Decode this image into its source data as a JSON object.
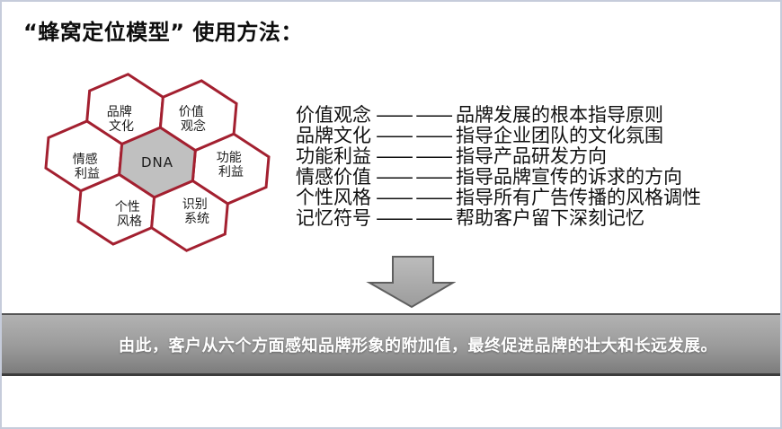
{
  "slide": {
    "title": "“蜂窝定位模型” 使用方法：",
    "background": "#ffffff",
    "border_color": "#c6ccdb"
  },
  "honeycomb": {
    "border_color": "#a32030",
    "dna_fill": "#c0c0c0",
    "cells": [
      {
        "id": "brand-culture",
        "line1": "品牌",
        "line2": "文化"
      },
      {
        "id": "value-concept",
        "line1": "价值",
        "line2": "观念"
      },
      {
        "id": "emotional-benefit",
        "line1": "情感",
        "line2": "利益"
      },
      {
        "id": "dna",
        "line1": "DNA",
        "line2": ""
      },
      {
        "id": "functional-benefit",
        "line1": "功能",
        "line2": "利益"
      },
      {
        "id": "personality-style",
        "line1": "个性",
        "line2": "风格"
      },
      {
        "id": "identity-system",
        "line1": "识别",
        "line2": "系统"
      }
    ]
  },
  "definitions": [
    {
      "term": "价值观念",
      "dash": "——",
      "desc": "品牌发展的根本指导原则"
    },
    {
      "term": "品牌文化",
      "dash": "——",
      "desc": "指导企业团队的文化氛围"
    },
    {
      "term": "功能利益",
      "dash": "——",
      "desc": "指导产品研发方向"
    },
    {
      "term": "情感价值",
      "dash": "——",
      "desc": "指导品牌宣传的诉求的方向"
    },
    {
      "term": "个性风格",
      "dash": "——",
      "desc": "指导所有广告传播的风格调性"
    },
    {
      "term": "记忆符号",
      "dash": "——",
      "desc": "帮助客户留下深刻记忆"
    }
  ],
  "arrow": {
    "fill_top": "#bcbcbc",
    "fill_bottom": "#9c9c9c",
    "stroke": "#5f5f5f"
  },
  "banner": {
    "text": "由此，客户从六个方面感知品牌形象的附加值，最终促进品牌的壮大和长远发展。",
    "text_color": "#ffffff",
    "bg_top": "#b2b2b2",
    "bg_bottom": "#7c7c7c"
  }
}
